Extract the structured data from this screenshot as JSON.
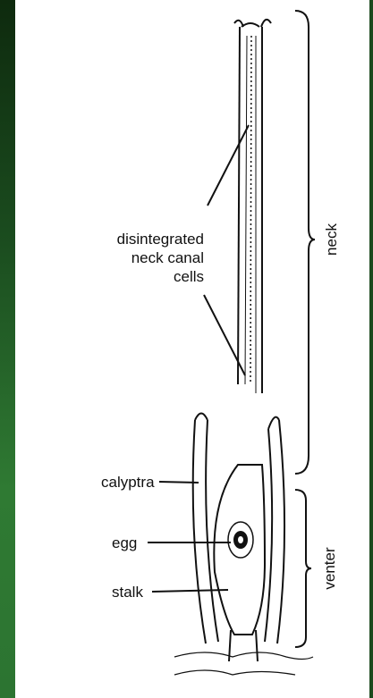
{
  "diagram": {
    "labels": {
      "disintegrated_1": "disintegrated",
      "disintegrated_2": "neck canal",
      "disintegrated_3": "cells",
      "calyptra": "calyptra",
      "egg": "egg",
      "stalk": "stalk",
      "neck": "neck",
      "venter": "venter"
    }
  }
}
